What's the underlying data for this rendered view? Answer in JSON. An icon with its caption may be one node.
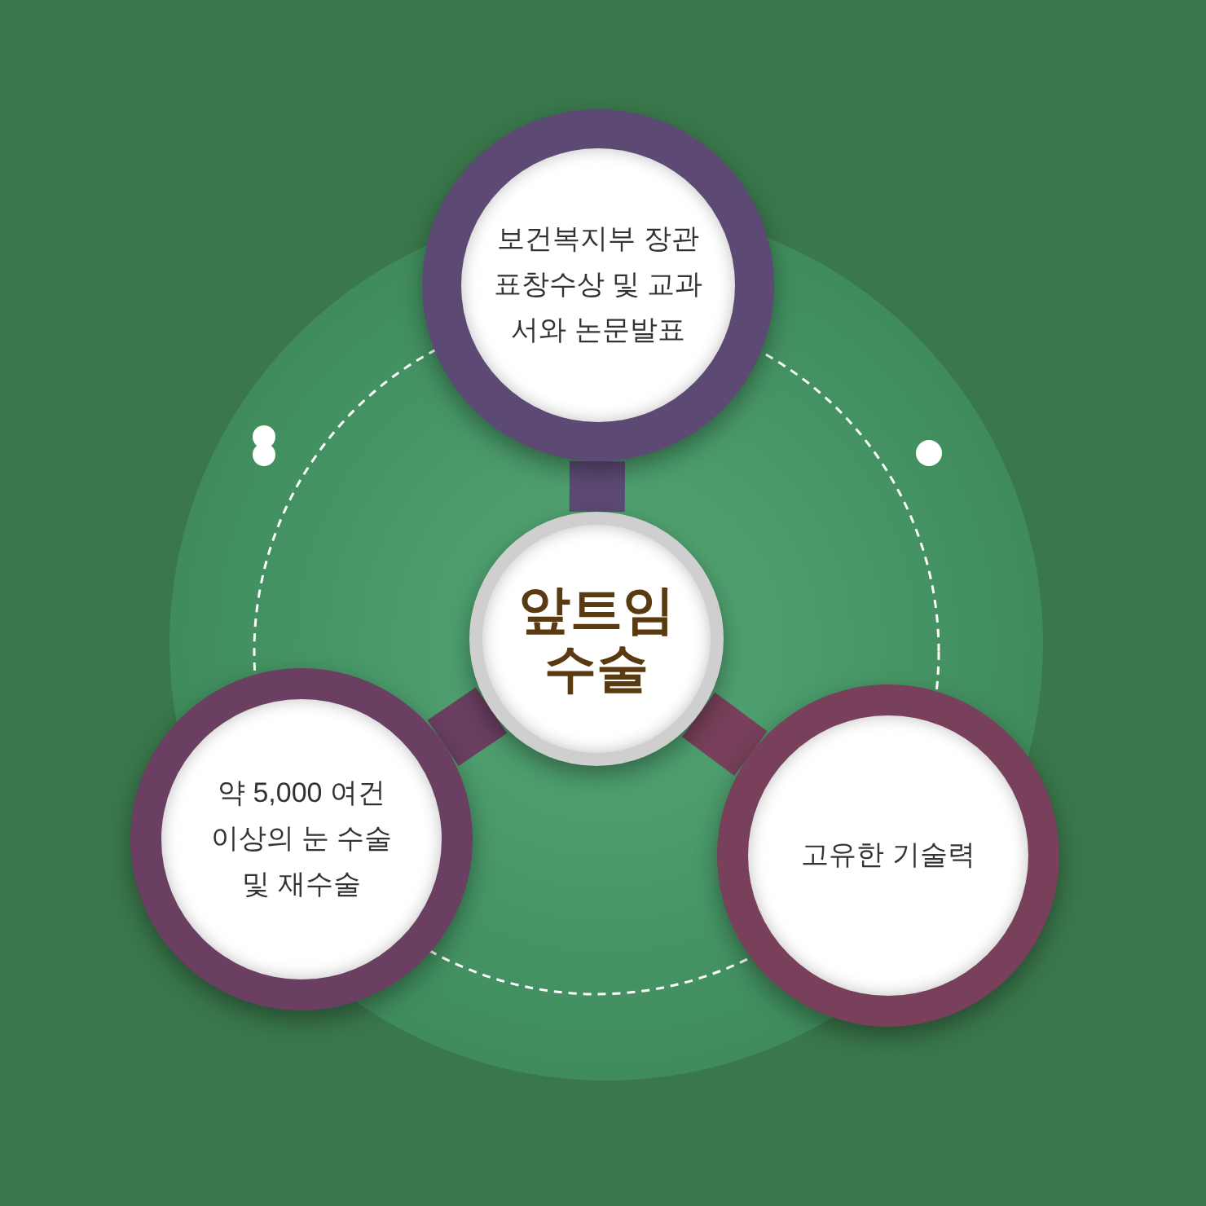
{
  "diagram": {
    "nodes": [
      {
        "text": [
          "보건복지부 장관 표창수상 및 교과서와 논문발표"
        ]
      },
      {
        "text": [
          "앞트임 수술"
        ]
      },
      {
        "text": [
          "약 5,000 여건 이상의 눈 수술 및 재수술"
        ]
      },
      {
        "text": [
          "고유한 기술력"
        ]
      }
    ],
    "edges": [
      {
        "from": 1,
        "to": 0,
        "arrow": "none"
      },
      {
        "from": 1,
        "to": 2,
        "arrow": "none"
      },
      {
        "from": 1,
        "to": 3,
        "arrow": "none"
      }
    ]
  }
}
